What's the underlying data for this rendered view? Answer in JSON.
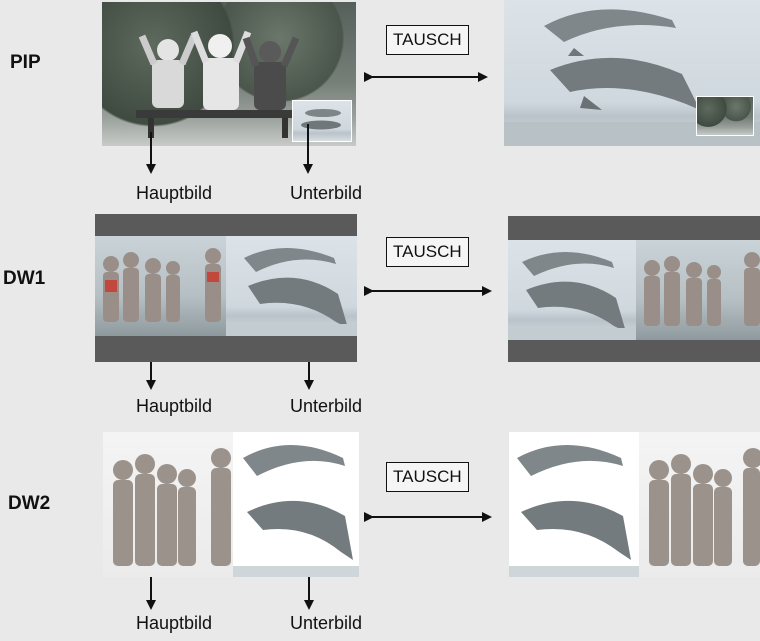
{
  "rows": [
    {
      "label": "PIP"
    },
    {
      "label": "DW1"
    },
    {
      "label": "DW2"
    }
  ],
  "swap_label": "TAUSCH",
  "captions": {
    "main": "Hauptbild",
    "sub": "Unterbild"
  }
}
